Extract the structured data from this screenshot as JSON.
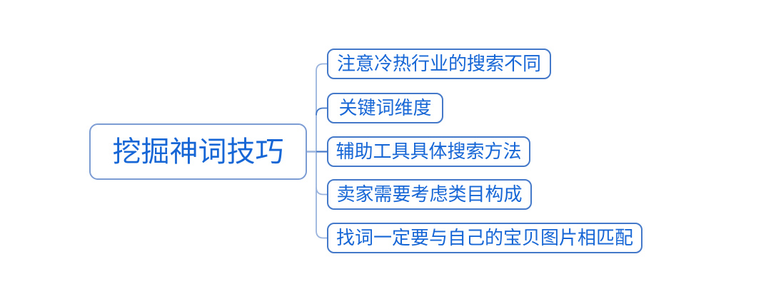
{
  "diagram": {
    "type": "mindmap",
    "background": "#ffffff",
    "root": {
      "label": "挖掘神词技巧"
    },
    "children": [
      {
        "label": "注意冷热行业的搜索不同"
      },
      {
        "label": "关键词维度"
      },
      {
        "label": "辅助工具具体搜索方法"
      },
      {
        "label": "卖家需要考虑类目构成"
      },
      {
        "label": "找词一定要与自己的宝贝图片相匹配"
      }
    ],
    "colors": {
      "text": "#1666d6",
      "root_border": "#7c9cd4",
      "node_border": "#4478c8",
      "connector": "#4478c8",
      "connector_light": "#9bb4de"
    }
  }
}
